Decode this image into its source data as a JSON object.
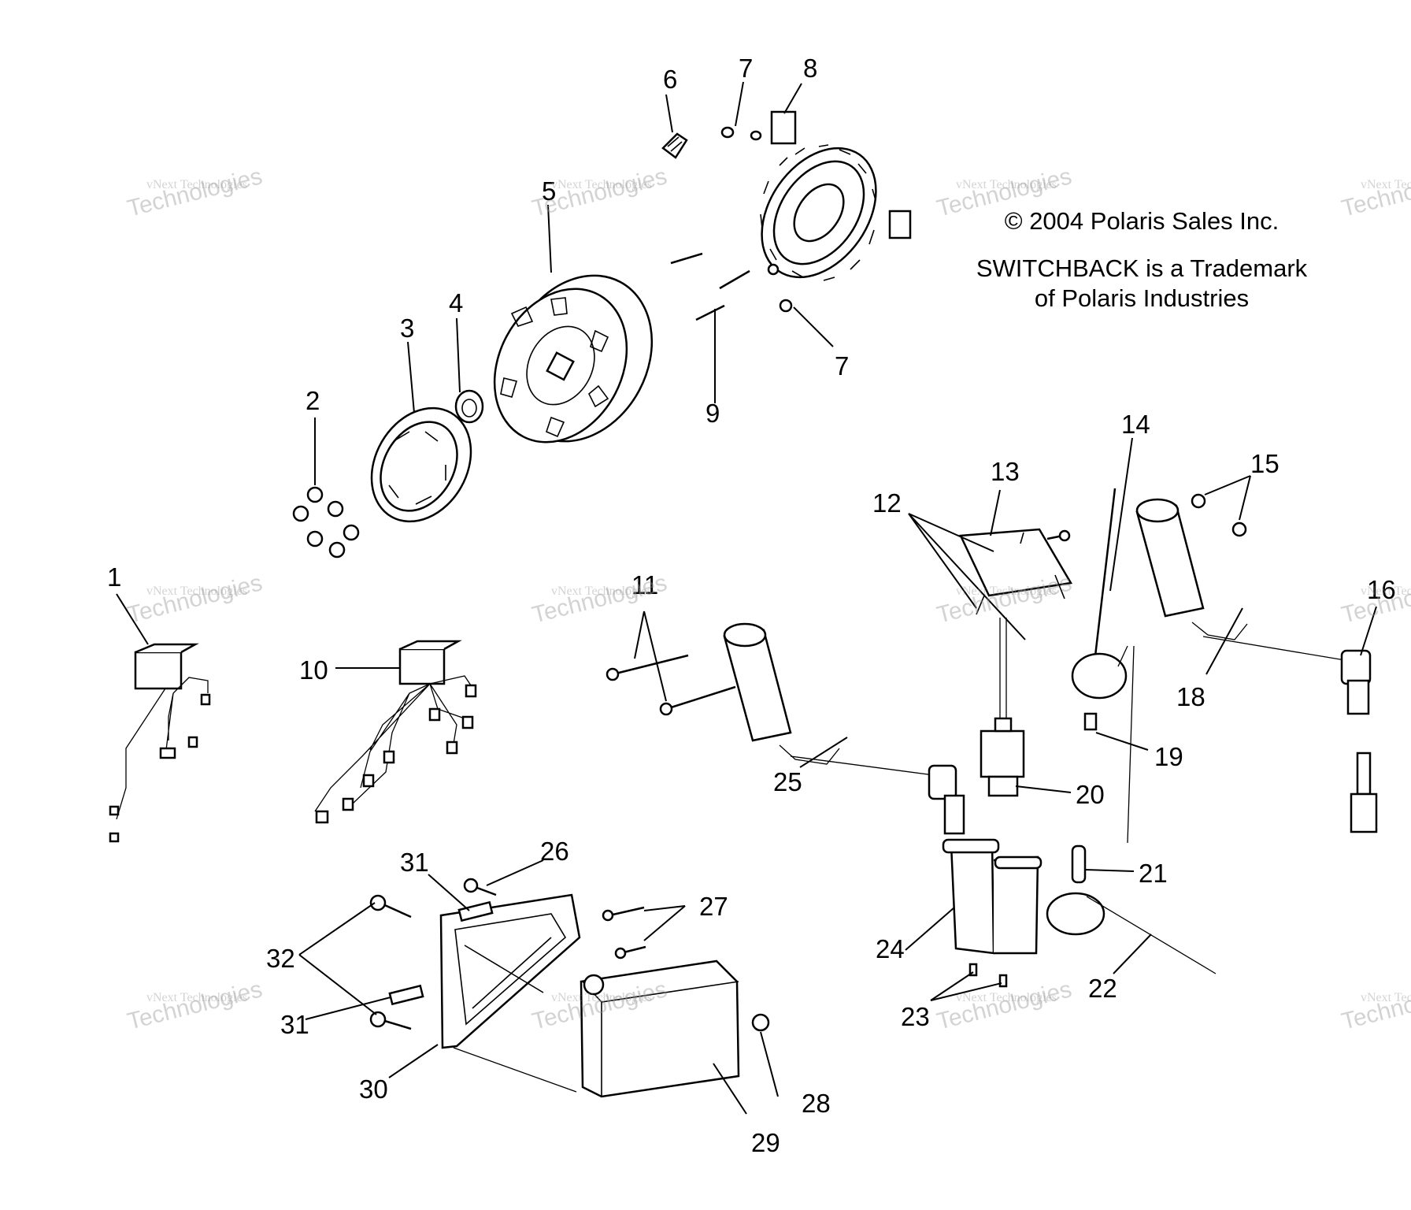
{
  "copyright": "© 2004 Polaris Sales Inc.",
  "trademark_line1": "SWITCHBACK is a Trademark",
  "trademark_line2": "of Polaris Industries",
  "watermark_small": "vNext Technologies",
  "watermark_large": "Technologies",
  "callouts": [
    "1",
    "2",
    "3",
    "4",
    "5",
    "6",
    "7",
    "7",
    "8",
    "9",
    "10",
    "11",
    "12",
    "13",
    "14",
    "15",
    "16",
    "18",
    "19",
    "20",
    "21",
    "22",
    "23",
    "24",
    "25",
    "26",
    "27",
    "28",
    "29",
    "30",
    "31",
    "31",
    "32"
  ]
}
